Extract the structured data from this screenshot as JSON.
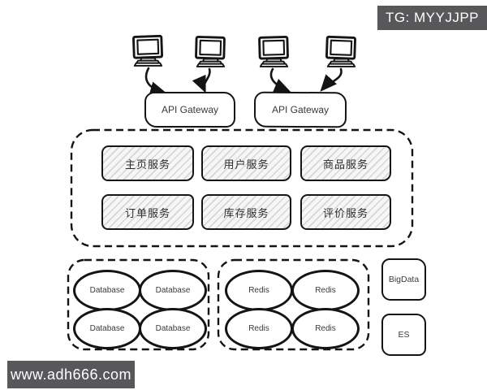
{
  "watermarks": {
    "top_right": "TG: MYYJJPP",
    "bottom_left": "www.adh666.com",
    "bg_color": "#58585b",
    "text_color": "#ffffff"
  },
  "clients": {
    "count": 4,
    "icon": "monitor-icon"
  },
  "gateways": [
    {
      "label": "API Gateway"
    },
    {
      "label": "API Gateway"
    }
  ],
  "services": [
    {
      "label": "主页服务"
    },
    {
      "label": "用户服务"
    },
    {
      "label": "商品服务"
    },
    {
      "label": "订单服务"
    },
    {
      "label": "库存服务"
    },
    {
      "label": "评价服务"
    }
  ],
  "databases": [
    {
      "label": "Database"
    },
    {
      "label": "Database"
    },
    {
      "label": "Database"
    },
    {
      "label": "Database"
    }
  ],
  "caches": [
    {
      "label": "Redis"
    },
    {
      "label": "Redis"
    },
    {
      "label": "Redis"
    },
    {
      "label": "Redis"
    }
  ],
  "storage": [
    {
      "label": "BigData"
    },
    {
      "label": "ES"
    }
  ],
  "colors": {
    "line": "#141414",
    "hatch": "#e3e3e3"
  }
}
